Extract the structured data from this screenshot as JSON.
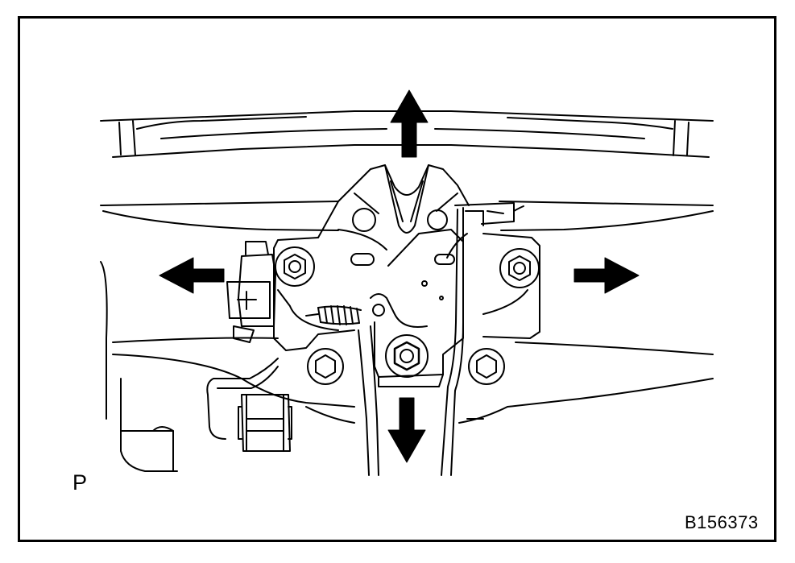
{
  "figure": {
    "view_letter": "P",
    "figure_number": "B156373"
  },
  "arrows": [
    {
      "name": "arrow-up",
      "direction": "up"
    },
    {
      "name": "arrow-down",
      "direction": "down"
    },
    {
      "name": "arrow-left",
      "direction": "left"
    },
    {
      "name": "arrow-right",
      "direction": "right"
    }
  ],
  "colors": {
    "line": "#000000",
    "background": "#ffffff"
  }
}
